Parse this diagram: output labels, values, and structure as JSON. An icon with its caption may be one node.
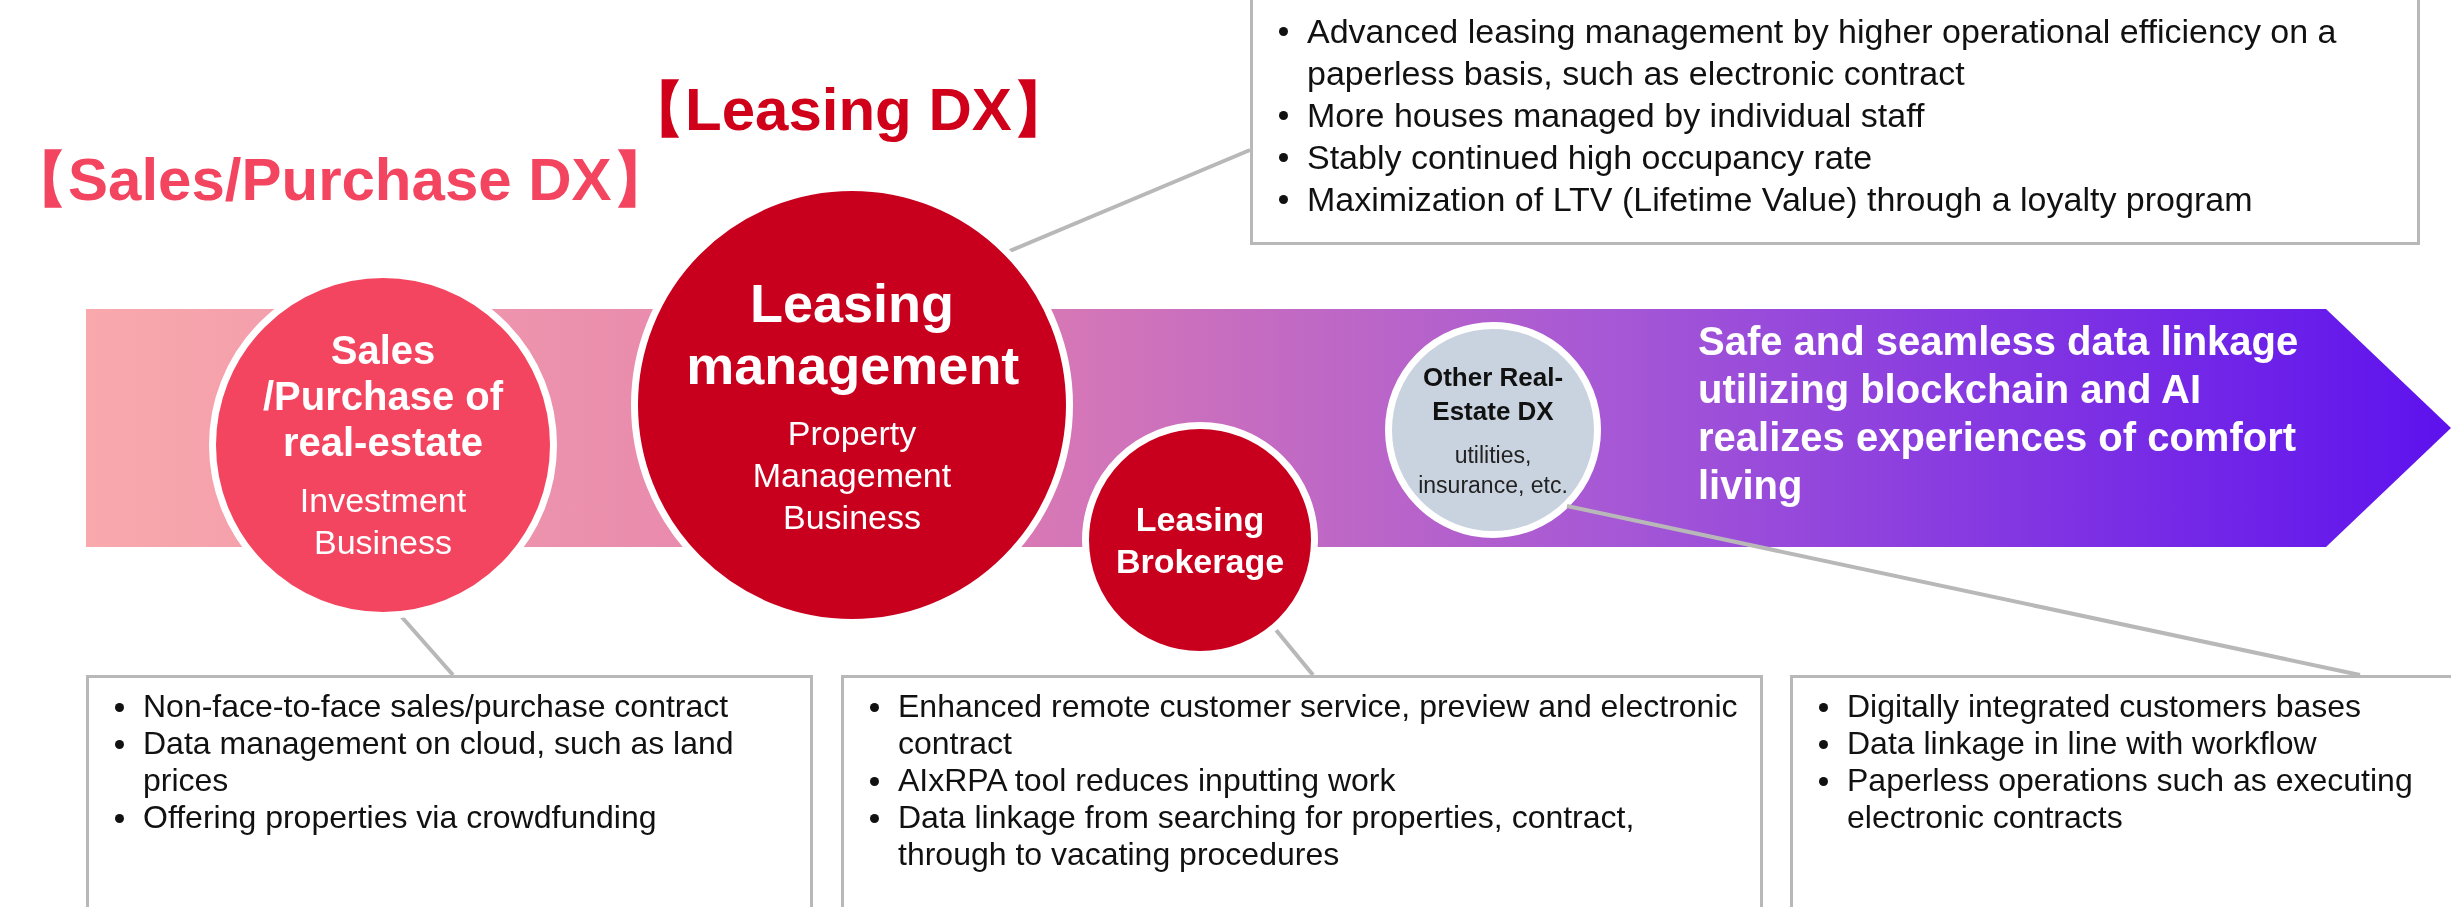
{
  "diagram": {
    "nodes": [
      {
        "text": [
          "Safe and seamless data linkage utilizing blockchain and AI realizes experiences of comfort living"
        ]
      },
      {
        "text": [
          "Sales /Purchase of real-estate",
          "Investment Business"
        ]
      },
      {
        "text": [
          "Leasing management",
          "Property Management Business"
        ]
      },
      {
        "text": [
          "Leasing Brokerage"
        ]
      },
      {
        "text": [
          "Other Real-Estate DX",
          "utilities, insurance, etc."
        ],
        "in": 0
      },
      {
        "text": [
          "Advanced leasing management by higher operational efficiency on a paperless basis, such as electronic contract",
          "More houses managed by individual staff",
          "Stably continued high occupancy rate",
          "Maximization of LTV (Lifetime Value) through a loyalty program"
        ]
      },
      {
        "text": [
          "Non-face-to-face sales/purchase contract",
          "Data management on cloud, such as land prices",
          "Offering properties via crowdfunding"
        ]
      },
      {
        "text": [
          "Enhanced remote customer service, preview and electronic contract",
          "AIxRPA tool reduces inputting work",
          "Data linkage from searching for properties, contract, through to vacating procedures"
        ]
      },
      {
        "text": [
          "Digitally integrated customers bases",
          "Data linkage in line with workflow",
          "Paperless operations such as executing electronic contracts"
        ]
      }
    ],
    "edges": [
      {
        "from": 5,
        "to": 2,
        "arrow": "none"
      },
      {
        "from": 6,
        "to": 1,
        "arrow": "none"
      },
      {
        "from": 7,
        "to": 3,
        "arrow": "none"
      },
      {
        "from": 8,
        "to": 4,
        "arrow": "none"
      }
    ],
    "labels": [
      "【Leasing DX】",
      "【Sales/Purchase DX】"
    ]
  }
}
